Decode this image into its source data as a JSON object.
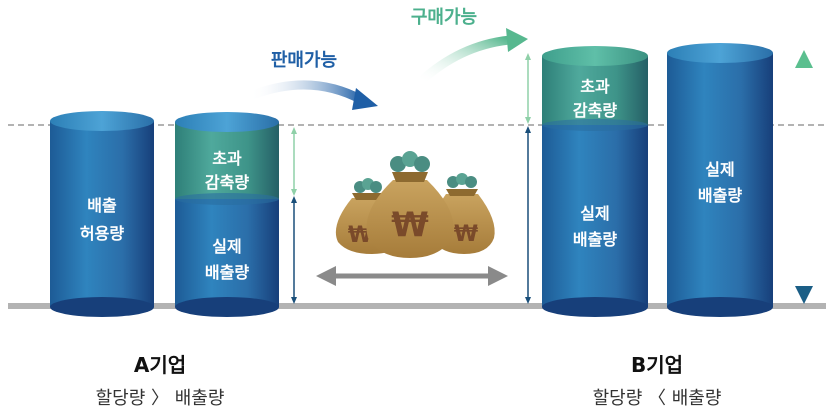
{
  "arrows": {
    "sell": "판매가능",
    "buy": "구매가능"
  },
  "company_a": {
    "name": "A기업",
    "relation": "할당량 〉 배출량",
    "allowance": [
      "배출",
      "허용량"
    ],
    "excess": [
      "초과",
      "감축량"
    ],
    "actual": [
      "실제",
      "배출량"
    ]
  },
  "company_b": {
    "name": "B기업",
    "relation": "할당량 〈 배출량",
    "excess": [
      "초과",
      "감축량"
    ],
    "actual": [
      "실제",
      "배출량"
    ],
    "total": [
      "실제",
      "배출량"
    ]
  },
  "money": {
    "symbol": "₩"
  },
  "colors": {
    "sell_text": "#1f5fa6",
    "buy_text": "#4cb08d",
    "cylinder_blue": "#2a73b0",
    "cylinder_teal": "#3f9b8f",
    "ground": "#b3b3b3"
  }
}
